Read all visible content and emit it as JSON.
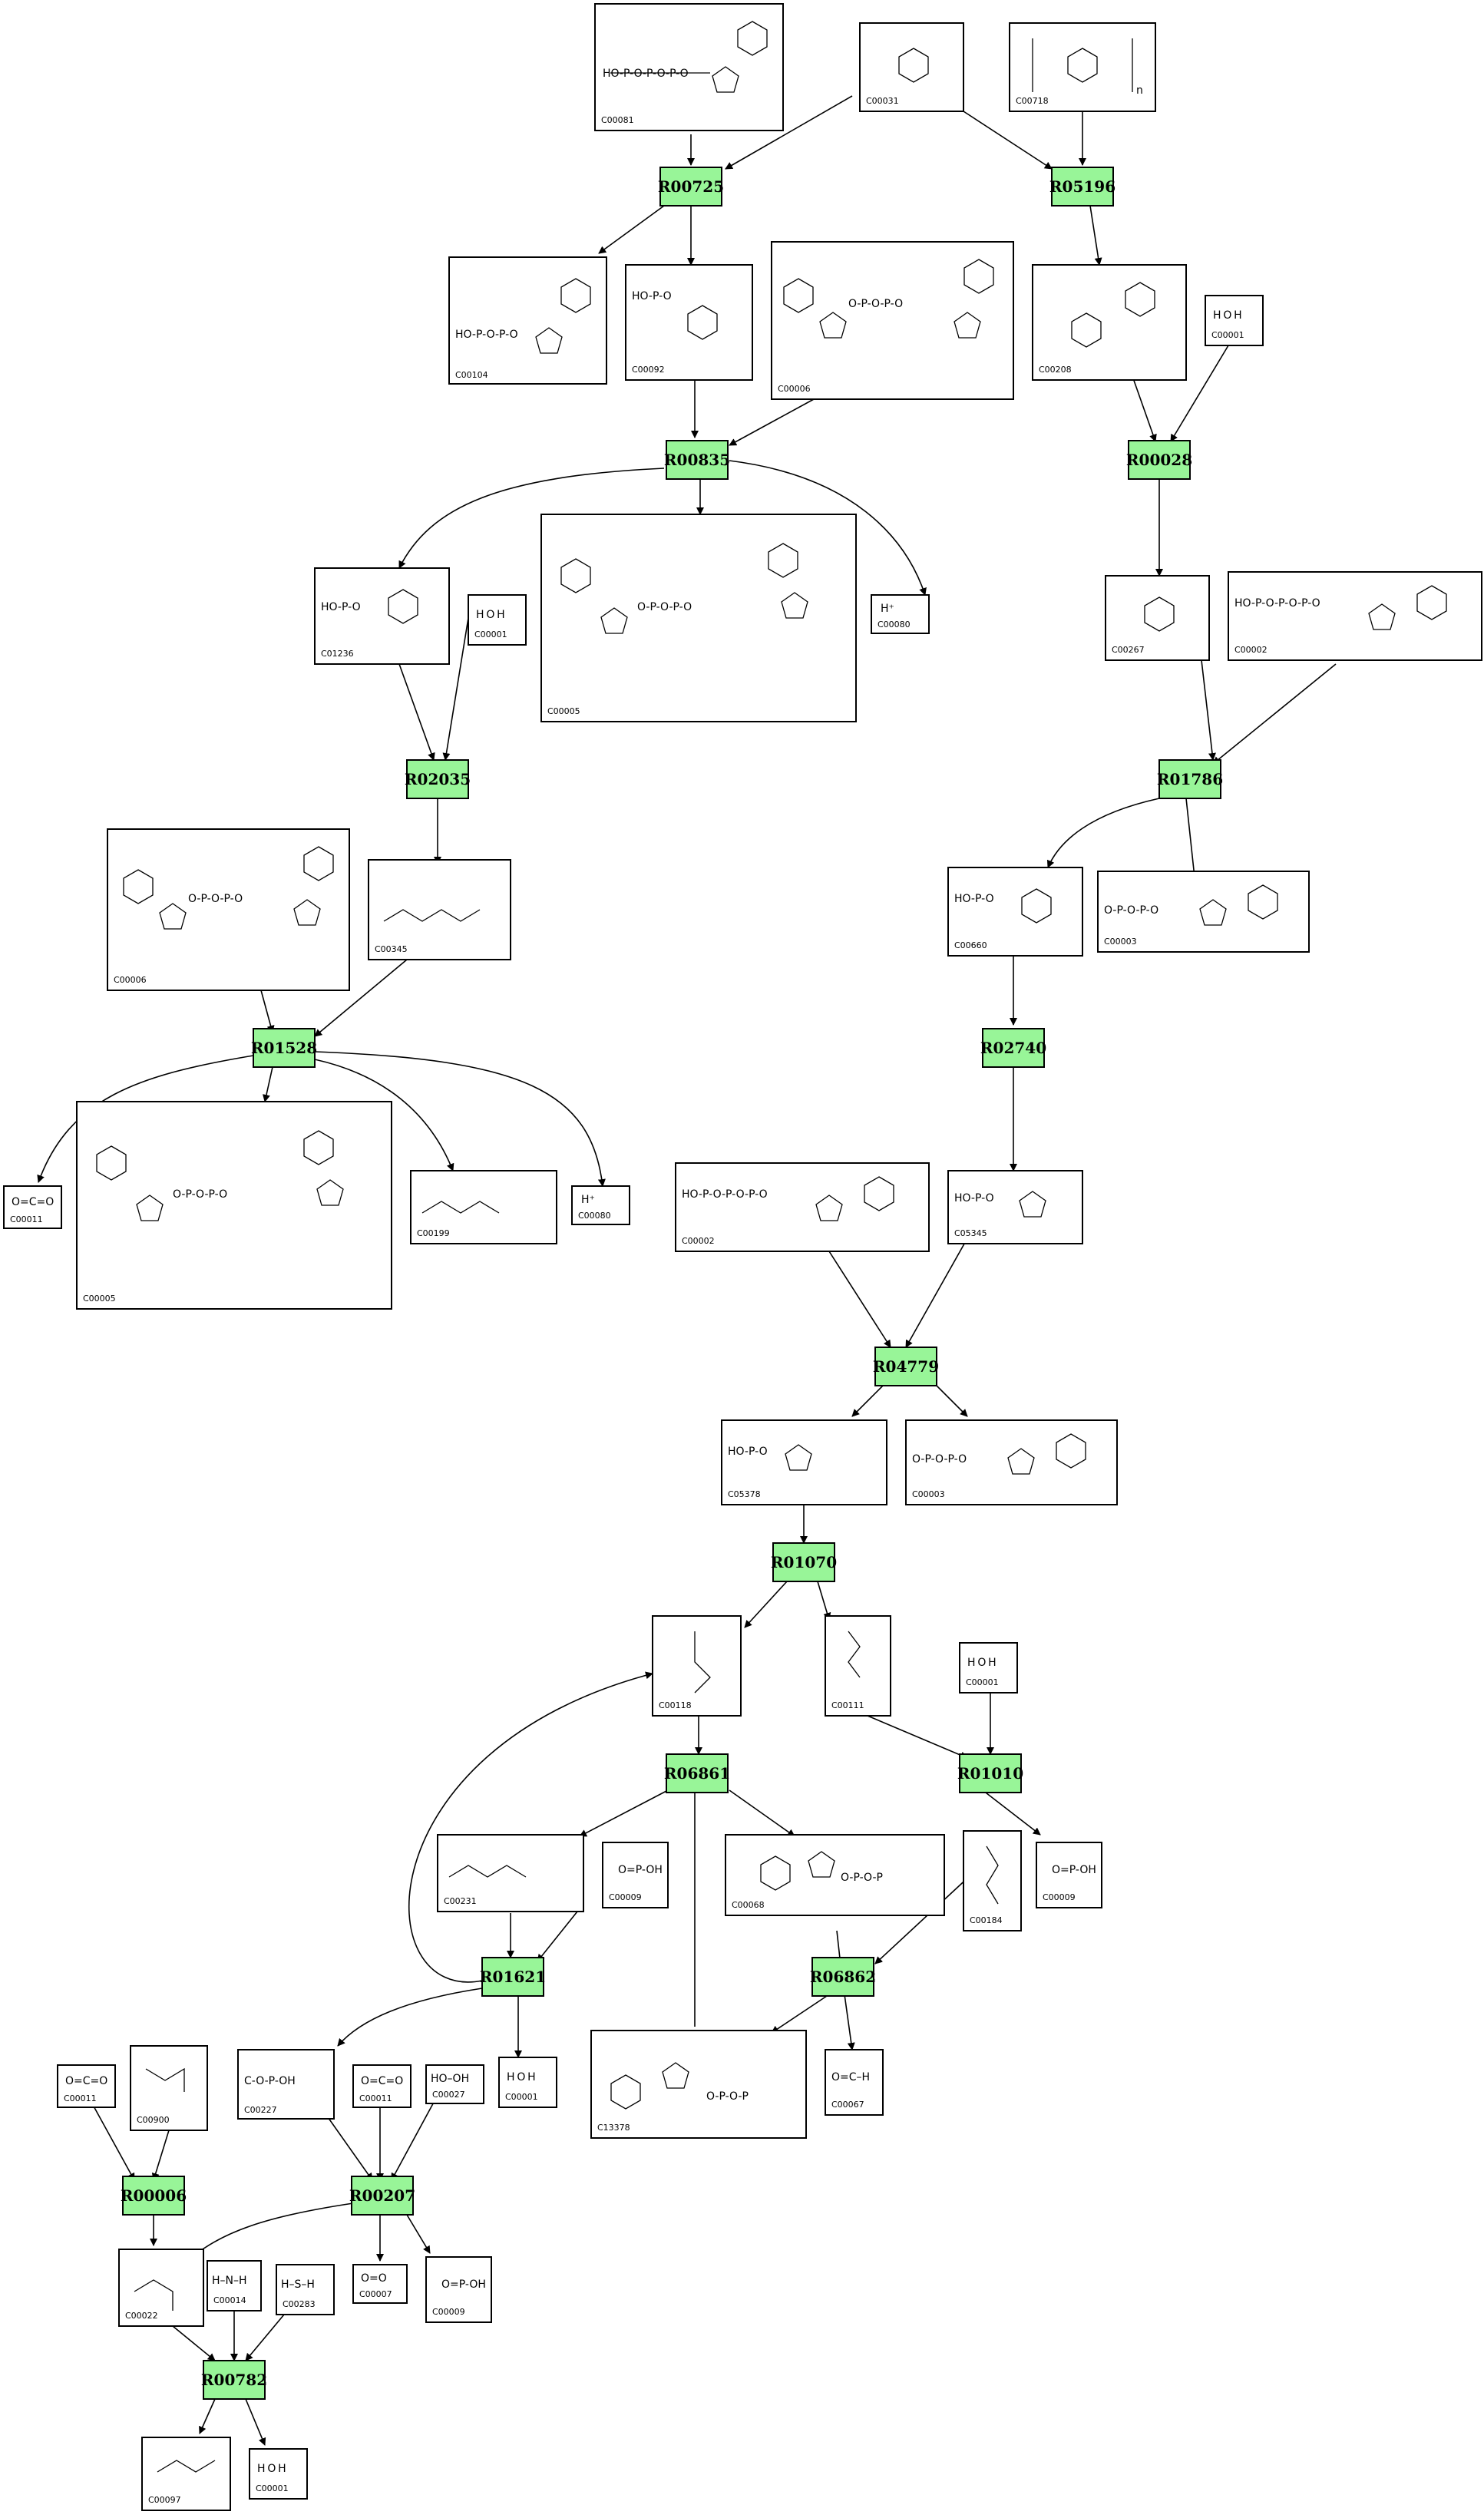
{
  "reactions": {
    "R00725": "R00725",
    "R05196": "R05196",
    "R00835": "R00835",
    "R00028": "R00028",
    "R02035": "R02035",
    "R01786": "R01786",
    "R01528": "R01528",
    "R02740": "R02740",
    "R04779": "R04779",
    "R01070": "R01070",
    "R06861": "R06861",
    "R01010": "R01010",
    "R01621": "R01621",
    "R06862": "R06862",
    "R00006": "R00006",
    "R00207": "R00207",
    "R00782": "R00782"
  },
  "compounds": {
    "c00081": "C00081",
    "c00031": "C00031",
    "c00718": "C00718",
    "c00104": "C00104",
    "c00092": "C00092",
    "c00006_a": "C00006",
    "c00208": "C00208",
    "c00001_a": "C00001",
    "c01236": "C01236",
    "c00001_b": "C00001",
    "c00005_a": "C00005",
    "c00080_a": "C00080",
    "c00267": "C00267",
    "c00002_a": "C00002",
    "c00006_b": "C00006",
    "c00345": "C00345",
    "c00660": "C00660",
    "c00003_a": "C00003",
    "c00011_a": "C00011",
    "c00005_b": "C00005",
    "c00199": "C00199",
    "c00080_b": "C00080",
    "c00002_b": "C00002",
    "c05345": "C05345",
    "c05378": "C05378",
    "c00003_b": "C00003",
    "c00118": "C00118",
    "c00111": "C00111",
    "c00001_c": "C00001",
    "c00231": "C00231",
    "c00009_a": "C00009",
    "c00068": "C00068",
    "c00184": "C00184",
    "c00009_b": "C00009",
    "c00001_d": "C00001",
    "c00011_b": "C00011",
    "c00900": "C00900",
    "c00227": "C00227",
    "c00011_c": "C00011",
    "c00027": "C00027",
    "c13378": "C13378",
    "c00067": "C00067",
    "c00022": "C00022",
    "c00014": "C00014",
    "c00283": "C00283",
    "c00007": "C00007",
    "c00009_c": "C00009",
    "c00097": "C00097",
    "c00001_e": "C00001"
  },
  "formulas": {
    "water": "H O H",
    "proton": "H⁺",
    "co2": "O=C=O",
    "h2o2": "HO–OH",
    "o2": "O=O",
    "ammonia": "H–N–H",
    "h2s": "H–S–H",
    "formaldehyde": "O=C–H"
  }
}
